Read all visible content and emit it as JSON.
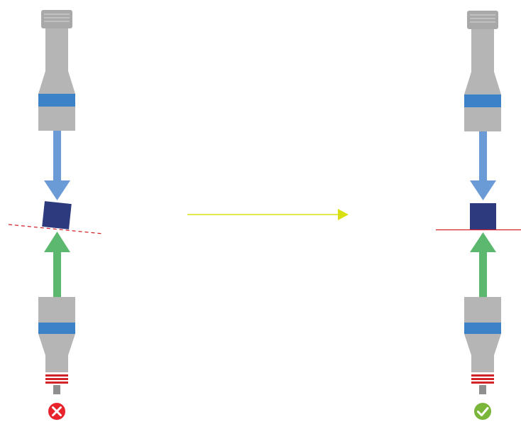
{
  "colors": {
    "gray_body": "#b5b5b5",
    "gray_cap": "#a9a9a9",
    "gray_dark": "#8f8f8f",
    "blue_band": "#3b82c8",
    "arrow_down": "#6a9bd6",
    "arrow_up": "#5cb86e",
    "sample": "#2d3a7e",
    "red_line": "#d2232a",
    "flow_arrow": "#d8e012",
    "error_badge": "#e8232b",
    "success_badge": "#7ab63a"
  },
  "panels": [
    {
      "id": "incorrect",
      "status": "error",
      "status_icon": "x-icon",
      "sample_tilted": true,
      "contact_line": "dashed"
    },
    {
      "id": "correct",
      "status": "success",
      "status_icon": "check-icon",
      "sample_tilted": false,
      "contact_line": "solid"
    }
  ],
  "transition_arrow": {
    "icon": "arrow-right-icon"
  }
}
